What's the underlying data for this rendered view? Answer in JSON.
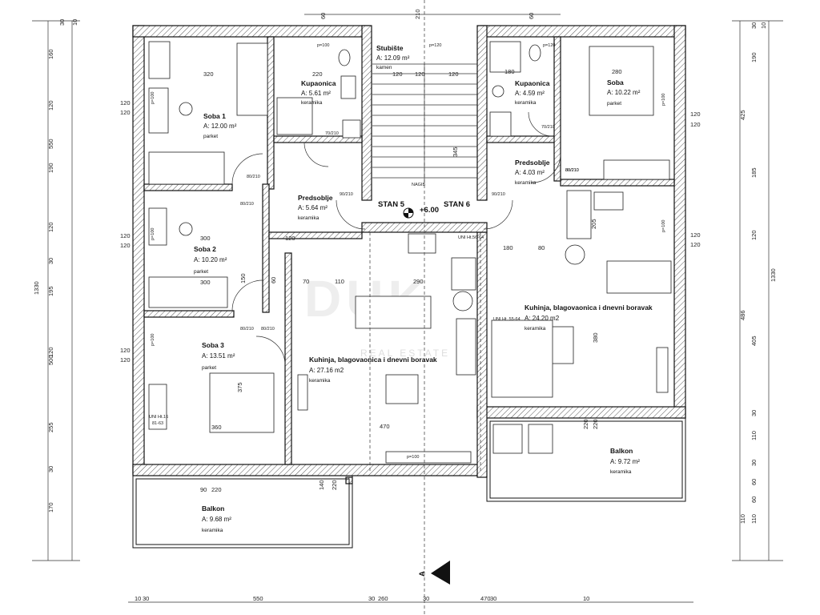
{
  "rooms": {
    "soba1": {
      "name": "Soba 1",
      "area": "A: 12.00 m²",
      "material": "parket"
    },
    "soba2": {
      "name": "Soba 2",
      "area": "A: 10.20 m²",
      "material": "parket"
    },
    "soba3": {
      "name": "Soba 3",
      "area": "A: 13.51 m²",
      "material": "parket"
    },
    "kup1": {
      "name": "Kupaonica",
      "area": "A: 5.61 m²",
      "material": "keramika"
    },
    "stub": {
      "name": "Stubište",
      "area": "A: 12.09 m²",
      "material": "kamen"
    },
    "kup2": {
      "name": "Kupaonica",
      "area": "A: 4.59 m²",
      "material": "keramika"
    },
    "sobaR": {
      "name": "Soba",
      "area": "A: 10.22 m²",
      "material": "parket"
    },
    "pred1": {
      "name": "Predsoblje",
      "area": "A: 5.64 m²",
      "material": "keramika"
    },
    "pred2": {
      "name": "Predsoblje",
      "area": "A: 4.03 m²",
      "material": "keramika"
    },
    "kuh1": {
      "name": "Kuhinja, blagovaonica i dnevni boravak",
      "area": "A: 27.16 m2",
      "material": "keramika"
    },
    "kuh2": {
      "name": "Kuhinja, blagovaonica i dnevni boravak",
      "area": "A: 24.20 m2",
      "material": "keramika"
    },
    "balk1": {
      "name": "Balkon",
      "area": "A: 9.68 m²",
      "material": "keramika"
    },
    "balk2": {
      "name": "Balkon",
      "area": "A: 9.72 m²",
      "material": "keramika"
    }
  },
  "apartments": {
    "stan5": "STAN 5",
    "stan6": "STAN 6",
    "level": "+6.00",
    "nagib": "NAGIB"
  },
  "watermark": {
    "main": "DUK",
    "sub": "REAL ESTATE"
  },
  "north_label": "A",
  "dims": {
    "top": [
      "60",
      "210",
      "60"
    ],
    "top2": [
      "30",
      "10"
    ],
    "bottom": [
      "10",
      "30",
      "550",
      "30",
      "260",
      "30",
      "470",
      "30",
      "10"
    ],
    "left_outer": [
      "160",
      "120",
      "550",
      "190",
      "120",
      "30",
      "195",
      "120",
      "500",
      "255",
      "30",
      "170",
      "1330"
    ],
    "left_inner": [
      "120",
      "120",
      "120",
      "120",
      "120",
      "120"
    ],
    "right_outer": [
      "30",
      "10",
      "190",
      "425",
      "185",
      "120",
      "1330",
      "486",
      "405",
      "30",
      "110",
      "30",
      "60",
      "60",
      "110",
      "110"
    ],
    "right_inner": [
      "120",
      "120",
      "120",
      "120"
    ],
    "interior": [
      "320",
      "220",
      "120",
      "120",
      "120",
      "180",
      "280",
      "300",
      "300",
      "360",
      "375",
      "290",
      "470",
      "380",
      "205",
      "150",
      "60",
      "70",
      "110",
      "180",
      "80",
      "120",
      "220",
      "220",
      "140",
      "220",
      "90",
      "220",
      "345"
    ],
    "doors": [
      "80/210",
      "80/210",
      "80/210",
      "80/210",
      "80/210",
      "90/210",
      "90/210",
      "70/210",
      "70/210",
      "80/210"
    ],
    "windows": [
      "p=100",
      "p=100",
      "p=100",
      "p=100",
      "p=100",
      "p=100",
      "p=100",
      "p=120",
      "p=120"
    ],
    "misc": [
      "UNI Ht.16",
      "81-63",
      "UNI Ht.56-64",
      "UNI Ht. 55-64"
    ]
  }
}
